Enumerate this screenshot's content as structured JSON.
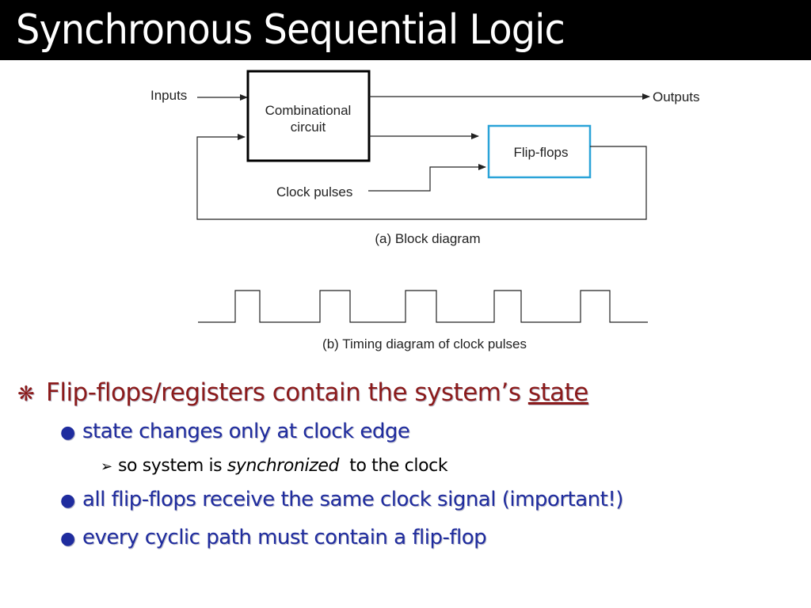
{
  "slide": {
    "title": "Synchronous Sequential Logic"
  },
  "diagram": {
    "inputs_label": "Inputs",
    "outputs_label": "Outputs",
    "combinational_line1": "Combinational",
    "combinational_line2": "circuit",
    "flipflops_label": "Flip-flops",
    "clock_pulses_label": "Clock pulses",
    "caption_a": "(a) Block diagram",
    "caption_b": "(b) Timing diagram of clock pulses",
    "flipflops_border_color": "#2aa3d8"
  },
  "bullets": {
    "main_prefix": "Flip-flops/registers contain the system’s ",
    "main_emph": "state",
    "item1": "state changes only at clock edge",
    "sub1_prefix": "so system is ",
    "sub1_emph": "synchronized",
    "sub1_suffix": "  to the clock",
    "item2": "all flip-flops receive the same clock signal (important!)",
    "item3": "every cyclic path must contain a flip-flop",
    "star_glyph": "❋",
    "dot_glyph": "●",
    "arrow_glyph": "➢"
  },
  "colors": {
    "title_bg": "#000000",
    "title_text": "#ffffff",
    "main_bullet": "#8b1a1a",
    "sub_bullet": "#1f2c9e"
  }
}
